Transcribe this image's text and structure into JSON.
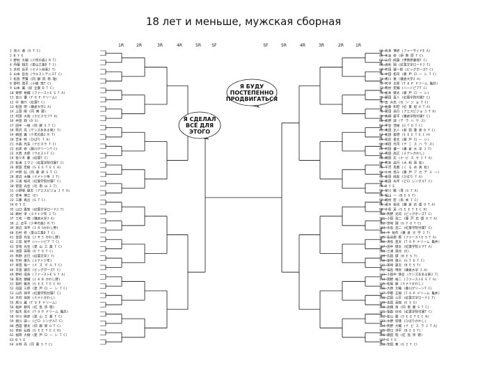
{
  "title": "18 лет и меньше, мужская сборная",
  "left_rounds": [
    "1R",
    "2R",
    "3R",
    "4R",
    "5R",
    "SF"
  ],
  "right_rounds": [
    "SF",
    "5R",
    "4R",
    "3R",
    "2R",
    "1R"
  ],
  "bubble_left": [
    "Я СДЕЛАЛ",
    "ВСЁ ДЛЯ",
    "ЭТОГО"
  ],
  "bubble_right": [
    "Я БУДУ",
    "ПОСТЕПЕННО",
    "ПРОДВИГАТЬСЯ"
  ],
  "left_entries": [
    "1 庄川 遼 (S T C)",
    "2 B Y E",
    "3 野村 大輔 (少年の森J R T)",
    "4 丹藤 翔太 (愛山工業D T C)",
    "5 木村 昌平 (ミナト商事J T)",
    "6 山本 哲也 (ウエストテニスT C)",
    "7 松島 芳賢 (同 顧 同 南 雄)",
    "8 野村 悠平 (小嶋 悠T C)",
    "9 山本 翼 (泉 企業 D T C)",
    "10 栗原 裕輔 (ファーストE S T A)",
    "11 吉川 優 (T O P ドリーム)",
    "12 中 陵介 (紅葉T C)",
    "13 松田 明 (鎌倉大学J A)",
    "14 上田 陽 (同 南 藤)",
    "15 村田 大祐 (ナビスラフT A)",
    "16 井田 翔 (D S)",
    "17 田中 一樹 (同 藤 S T C)",
    "18 熊沢 亮 (ケンズあある東J T)",
    "19 嶋田 翼 (少年の森J R T)",
    "20 吉本 暁 (ひばり T A)",
    "21 大森 光生 (ナビスラ T C)",
    "22 石黒 修 (藤川グリーンT C)",
    "23 大西 太郎 (ウエストT C)",
    "24 佐々木 慶 (紅葉T C)",
    "25 松浦 エクジ (紅葉学院付属T C)",
    "26 新田 宏樹 (S E E T E C H)",
    "27 中原 弘 (同 藤 楽 G T C)",
    "28 渡辺 大輔 (ミナト少年 J T)",
    "29 三浦 裕司 (紅葉学院付属T C)",
    "30 菅田 光生 (社 南 山 J T)",
    "31 小野塚 健太 (アエスピジョ J T A)",
    "32 宮本 博之 (E)",
    "33 工藤 真吾 (S T C)",
    "34 B Y E",
    "35 山口 貴宏 (紅葉文学ロードJ T)",
    "36 嶋村 孝 (ミナト少年 J T)",
    "37 三宅 一徳 (鎌倉大学J A)",
    "38 上 正平 (少年の森J R T)",
    "39 渡辺 洋平 (J R Sかわし野)",
    "40 石村 修 (愛山工業D T C)",
    "41 吉田 光生 (J R S かわし野)",
    "42 三島 祐平 (ハートピア T C)",
    "43 宮崎 光生 (愛 山 工 業 T C)",
    "44 池田 英明 (G T O T C)",
    "45 熊野 正巳 (紅葉文学J T)",
    "46 竹村 康久 (ミナト少年)",
    "47 本田 裕一 (ミ ズ マ ル T C)",
    "48 平田 健吾 (ビッグボーズT C)",
    "49 野村 成寿 (ファーストE S T A)",
    "50 菊池 健輔 (J K B かわし野)",
    "51 稲村 義志 (S E E T E C H)",
    "52 前田 三郎 (愛 戸 ロ ー シ T C)",
    "53 山内 祥平 (紅葉学院付属T C)",
    "54 木村 佳宏 (ミナトかわし)",
    "55 黒川 翼 (T O P ドリーム)",
    "56 福井 耕司 (紅 島 崇 徳)",
    "57 柏木 拓斗 (T O P ドリーム 亀井)",
    "58 中川 剛史 (愛 山 工 業 T C)",
    "59 堀川 誠一 (ピロ シングルT C)",
    "60 西田 健太 (同 藤 楽 G T C)",
    "61 宮前 弘樹 (S E E T E C H)",
    "62 福岡 大樹 (愛 戸 ロ ー シ T C)",
    "63 B Y E",
    "64 大林 亮 (同 藤 S T C)"
  ],
  "right_entries": [
    "65 光本 博史 (ファーサイドE A)",
    "66 水谷 修 (伊 勢 原 T C)",
    "67 山内 純貴 (伊勢原藤嶺T C)",
    "68 浅利 翔 (紅葉文学ロードJ T)",
    "69 竹田 健一郎 (ビッグボーズT C)",
    "70 中田 拓司 (藤 戸 ロ ー シ T C)",
    "71 黒川 寛 (鎌倉大学J A)",
    "72 竹中 太郎 (T O P ドリーム 亀井)",
    "73 熊村 宏輔 (ハートピアT C)",
    "74 松本 健太 (藤 戸 ロ ー シ)",
    "75 藤田 直人 (紅葉学院付属T C)",
    "76 五 大志 (セ ン ジ ョ T C)",
    "77 佐藤 和宏 (紅 葉 紀 O T A)",
    "78 菅田 昌行 (アエスピジョ J T A)",
    "79 高橋 康平 (鎌倉学院付属T C)",
    "80 高野 誠 (テ ラ ハ ウ ス)",
    "81 平島 佳樹 (G T O T C)",
    "82 奥田 正人 (新 田 藤 楽 D T C)",
    "83 松田 義明 (S E E T E C H)",
    "84 宮前 俊太 (藤 戸 ロ ー シ)",
    "85 池田 光司 (テ ニ ス ハ ウ ス)",
    "86 村田 優一 (鎌 倉 大 学 J T)",
    "87 寺田 高広 (ミナトかわし)",
    "88 関田 広 (ナ ビ ス ラ J T A)",
    "89 熊本 昌行 (大 和 真 松)",
    "90 下沢 克典 (く る め 真 松)",
    "91 小林 悠斗 (藤 戸 ア カ デ ミ ー)",
    "92 吉田 純友 (ひばり T A)",
    "93 松田 光平 (ピロ シングルT C)",
    "94 B Y E",
    "95 安川 雅 (青 川 T A)",
    "96 福山 一 (B E S T)",
    "97 嶋村 宏 (鳥 本 T C)",
    "98 清水 裕也 (鎌 倉 応 援 O T A)",
    "99 小島 英 (S E E T E C H)",
    "100 熊野 光司 (ビッグボーズT C)",
    "101 小田 浩二 (藤 戸 応 援 O T A)",
    "102 宮崎 理 (G T O T C)",
    "103 水島 浩二 (紅葉学院付属T C)",
    "104 中 祐作 (鎌 倉 大 学 J T)",
    "105 長谷部 鷹 (ファーストE S T A)",
    "106 清島 直太 (T O P ドリーム 亀井)",
    "107 田中 健太 (紅葉学院ミナT A)",
    "108 三浦 達也 (E)",
    "109 丸田 健 (B E S T)",
    "110 尾崎 陽三 (G T O T C)",
    "111 尾崎 康太 (B E S T)",
    "112 福島 博志 (鎌倉大学 J A)",
    "113 小田中 慎吾 (ケンズあある東J T)",
    "114 関野 裕二 (ファーストE S T A)",
    "115 松尾 勝 (ミナトかわし)",
    "116 大政 大輔 (藤川グリーンT C)",
    "117 宇都 正樹 (T O P ドリーム 亀井)",
    "118 武田 公平 (紅葉文学ロードJ T)",
    "119 吉田 英樹 (E S S)",
    "120 高橋 清 (同 南 藤 S T C)",
    "121 稲森 信也 (紅葉学院付属T C)",
    "122 松山 雅 (S E E T E C H)",
    "123 水野 崇徳 (ひばりかわし)",
    "124 熊野 大輔 (ナ ビ ス ラ J T A)",
    "125 野口 洋平 (B E S T)",
    "126 藤田 昭 (紅 島 崇 徳)",
    "127 B Y E",
    "128 宮田 寛 (G I T C)"
  ]
}
